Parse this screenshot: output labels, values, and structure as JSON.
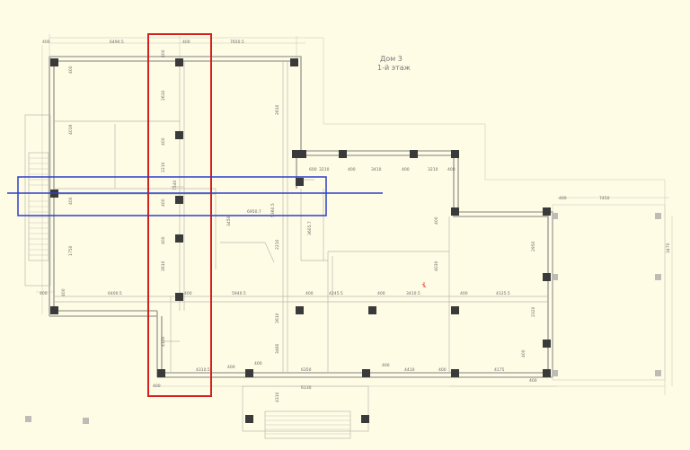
{
  "drawing": {
    "title_line1": "Дом 3",
    "title_line2": "1-й этаж"
  },
  "dims": {
    "top": [
      "400",
      "6490.5",
      "400",
      "7650.5"
    ],
    "left": [
      "400",
      "4019",
      "400",
      "1750",
      "400"
    ],
    "col1": [
      "400",
      "2610",
      "400",
      "2210",
      "400",
      "2610",
      "400",
      "4150"
    ],
    "col2": [
      "2610",
      "2210",
      "2610",
      "3460"
    ],
    "mid": [
      "400",
      "6400.5",
      "400",
      "5940.5",
      "400",
      "4245.5",
      "400",
      "3410.5",
      "400",
      "4125.5"
    ],
    "small": [
      "600",
      "3210",
      "400",
      "3410",
      "400",
      "3210",
      "400"
    ],
    "right": [
      "400",
      "7450",
      "400",
      "4030",
      "2950",
      "400",
      "2320",
      "3470"
    ],
    "bottom": [
      "400",
      "4310.5",
      "400",
      "400",
      "6350",
      "400",
      "4410",
      "400",
      "4175",
      "400",
      "6130"
    ],
    "misc": [
      "5360.5",
      "6950.7",
      "7540",
      "3605.7",
      "3450",
      "4310"
    ]
  },
  "highlights": {
    "red_color": "#d42020",
    "blue_color": "#2c3fc8"
  }
}
